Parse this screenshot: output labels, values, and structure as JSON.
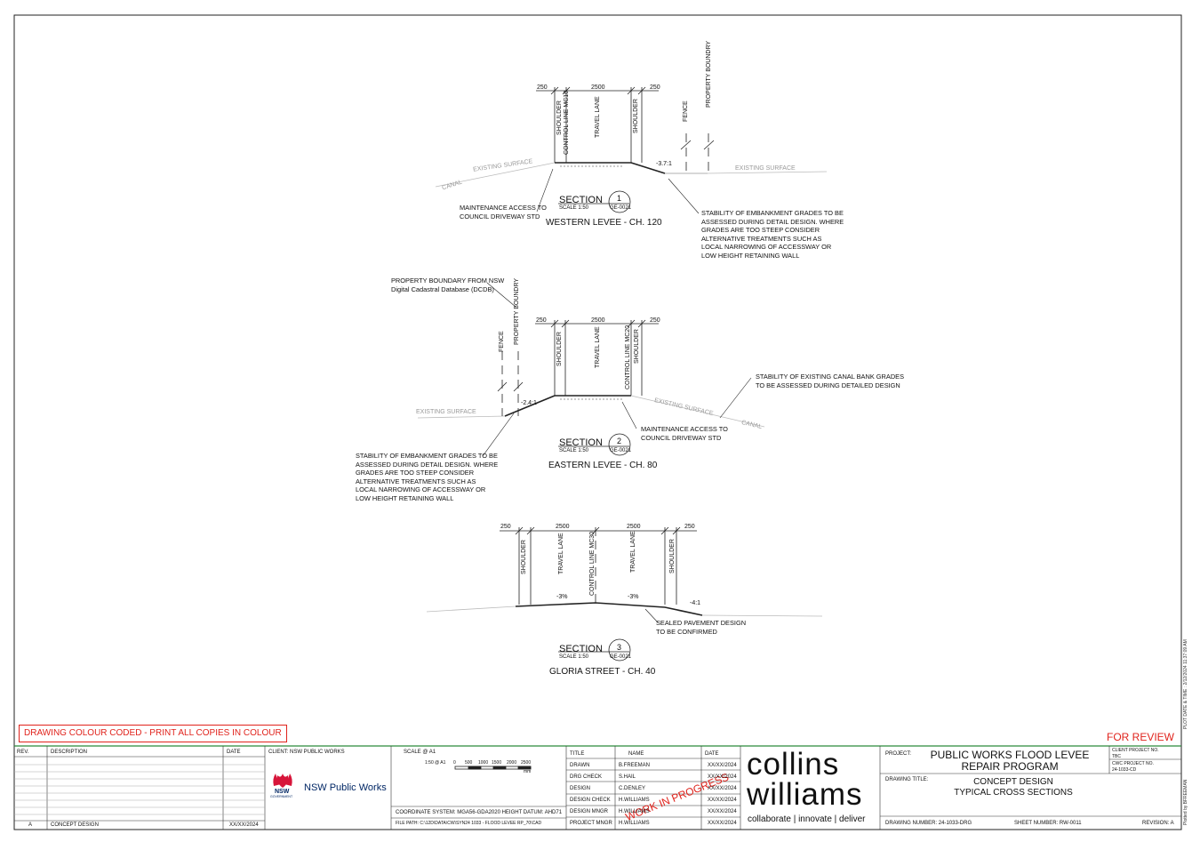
{
  "sections": [
    {
      "label": "SECTION",
      "scale": "SCALE 1:50",
      "number": "1",
      "ref": "GE-0021",
      "name": "WESTERN LEVEE - CH. 120",
      "dims": [
        "250",
        "2500",
        "250"
      ],
      "vlabels": [
        "SHOULDER",
        "CONTROL LINE MC10",
        "TRAVEL LANE",
        "SHOULDER",
        "FENCE",
        "PROPERTY BOUNDRY"
      ],
      "surface_left": "EXISTING SURFACE",
      "surface_right": "EXISTING SURFACE",
      "canal": "CANAL",
      "grade": "-3.7:1",
      "note_left": "MAINTENANCE ACCESS TO\nCOUNCIL DRIVEWAY STD",
      "note_right": "STABILITY OF EMBANKMENT GRADES TO BE\nASSESSED DURING DETAIL DESIGN. WHERE\nGRADES ARE TOO STEEP CONSIDER\nALTERNATIVE TREATMENTS SUCH AS\nLOCAL NARROWING OF ACCESSWAY OR\nLOW HEIGHT RETAINING WALL"
    },
    {
      "label": "SECTION",
      "scale": "SCALE 1:50",
      "number": "2",
      "ref": "GE-0021",
      "name": "EASTERN LEVEE - CH. 80",
      "dims": [
        "250",
        "2500",
        "250"
      ],
      "vlabels": [
        "FENCE",
        "PROPERTY BOUNDRY",
        "SHOULDER",
        "TRAVEL LANE",
        "CONTROL LINE MC20",
        "SHOULDER"
      ],
      "surface_left": "EXISTING SURFACE",
      "surface_right": "EXISTING SURFACE",
      "canal": "CANAL",
      "grade": "-2.4:1",
      "note_top": "PROPERTY BOUNDARY FROM NSW\nDigital Cadastral Database (DCDB)",
      "note_right_top": "STABILITY OF EXISTING CANAL BANK GRADES\nTO BE ASSESSED DURING DETAILED DESIGN",
      "note_mid": "MAINTENANCE ACCESS TO\nCOUNCIL DRIVEWAY STD",
      "note_left": "STABILITY OF EMBANKMENT GRADES TO BE\nASSESSED DURING DETAIL DESIGN. WHERE\nGRADES ARE TOO STEEP CONSIDER\nALTERNATIVE TREATMENTS SUCH AS\nLOCAL NARROWING OF ACCESSWAY OR\nLOW HEIGHT RETAINING WALL"
    },
    {
      "label": "SECTION",
      "scale": "SCALE 1:50",
      "number": "3",
      "ref": "GE-0021",
      "name": "GLORIA STREET - CH. 40",
      "dims": [
        "250",
        "2500",
        "2500",
        "250"
      ],
      "vlabels": [
        "SHOULDER",
        "TRAVEL LANE",
        "CONTROL LINE MC30",
        "TRAVEL LANE",
        "SHOULDER"
      ],
      "grade_left": "-3%",
      "grade_right": "-3%",
      "grade_edge": "-4:1",
      "note_right": "SEALED PAVEMENT DESIGN\nTO BE CONFIRMED"
    }
  ],
  "colour_notice": "DRAWING COLOUR CODED - PRINT ALL COPIES IN COLOUR",
  "for_review": "FOR REVIEW",
  "watermark": "WORK IN PROGRESS",
  "side_plot": "PLOT DATE & TIME : 2/12/2024 11:37:09 AM",
  "side_plotted": "Plotted by BFREEMAN",
  "revision_table": {
    "headers": [
      "REV.",
      "DESCRIPTION",
      "DATE"
    ],
    "rows": [
      {
        "rev": "A",
        "description": "CONCEPT DESIGN",
        "date": "XX/XX/2024"
      }
    ]
  },
  "client": {
    "label": "CLIENT: NSW PUBLIC WORKS",
    "logo_text": "NSW Public Works",
    "logo_sub": "NSW",
    "logo_gov": "GOVERNMENT"
  },
  "scale_block": {
    "label": "SCALE @ A1",
    "ratio": "1:50 @ A1",
    "ticks": [
      "0",
      "500",
      "1000",
      "1500",
      "2000",
      "2500"
    ],
    "unit": "mm",
    "coordinate": "COORDINATE SYSTEM:  MGA56-GDA2020 HEIGHT DATUM:  AHD71",
    "file_path": "FILE PATH: C:\\12D\\DATA\\CW\\SYN24 1033 - FLOOD LEVEE RP_70\\CAD"
  },
  "signoff": {
    "headers": [
      "TITLE",
      "NAME",
      "DATE"
    ],
    "rows": [
      {
        "title": "DRAWN",
        "name": "B.FREEMAN",
        "date": "XX/XX/2024"
      },
      {
        "title": "DRG CHECK",
        "name": "S.HAIL",
        "date": "XX/XX/2024"
      },
      {
        "title": "DESIGN",
        "name": "C.DENLEY",
        "date": "XX/XX/2024"
      },
      {
        "title": "DESIGN CHECK",
        "name": "H.WILLIAMS",
        "date": "XX/XX/2024"
      },
      {
        "title": "DESIGN MNGR",
        "name": "H.WILLIAMS",
        "date": "XX/XX/2024"
      },
      {
        "title": "PROJECT MNGR",
        "name": "H.WILLIAMS",
        "date": "XX/XX/2024"
      }
    ]
  },
  "brand": {
    "line1": "collins",
    "line2": "williams",
    "tagline": "collaborate | innovate | deliver"
  },
  "project": {
    "label": "PROJECT:",
    "title_line1": "PUBLIC WORKS FLOOD LEVEE",
    "title_line2": "REPAIR PROGRAM",
    "drawing_title_label": "DRAWING TITLE:",
    "drawing_title_line1": "CONCEPT DESIGN",
    "drawing_title_line2": "TYPICAL CROSS SECTIONS",
    "client_project_label": "CLIENT PROJECT NO.",
    "client_project_value": "TBC",
    "cwc_project_label": "CWC PROJECT NO.",
    "cwc_project_value": "24-1033-CD",
    "drawing_number": "DRAWING NUMBER:  24-1033-DRG",
    "sheet_number": "SHEET NUMBER:  RW-0011",
    "revision": "REVISION:  A"
  }
}
